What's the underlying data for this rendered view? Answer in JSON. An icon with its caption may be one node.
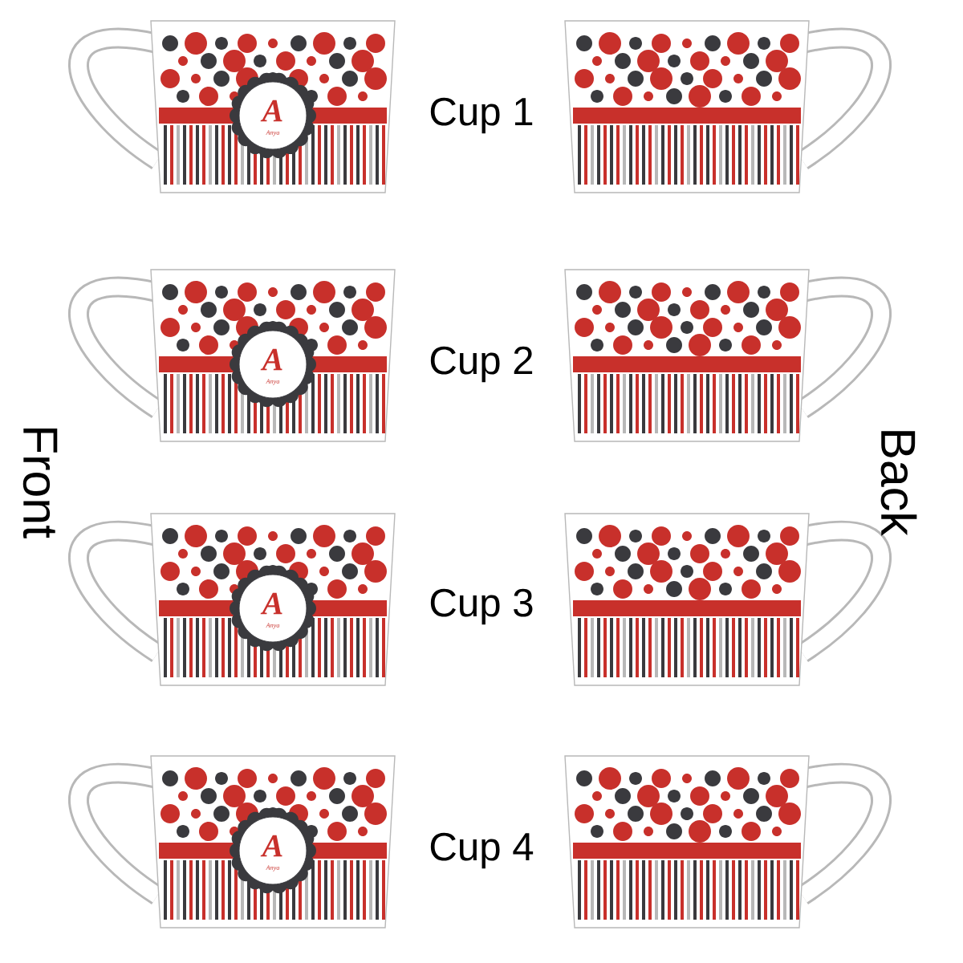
{
  "diagram": {
    "labels": [
      "A",
      "Anya",
      "Cup 1",
      "A",
      "Anya",
      "Cup 2",
      "Front",
      "Back",
      "A",
      "Anya",
      "Cup 3",
      "A",
      "Anya",
      "Cup 4"
    ]
  }
}
